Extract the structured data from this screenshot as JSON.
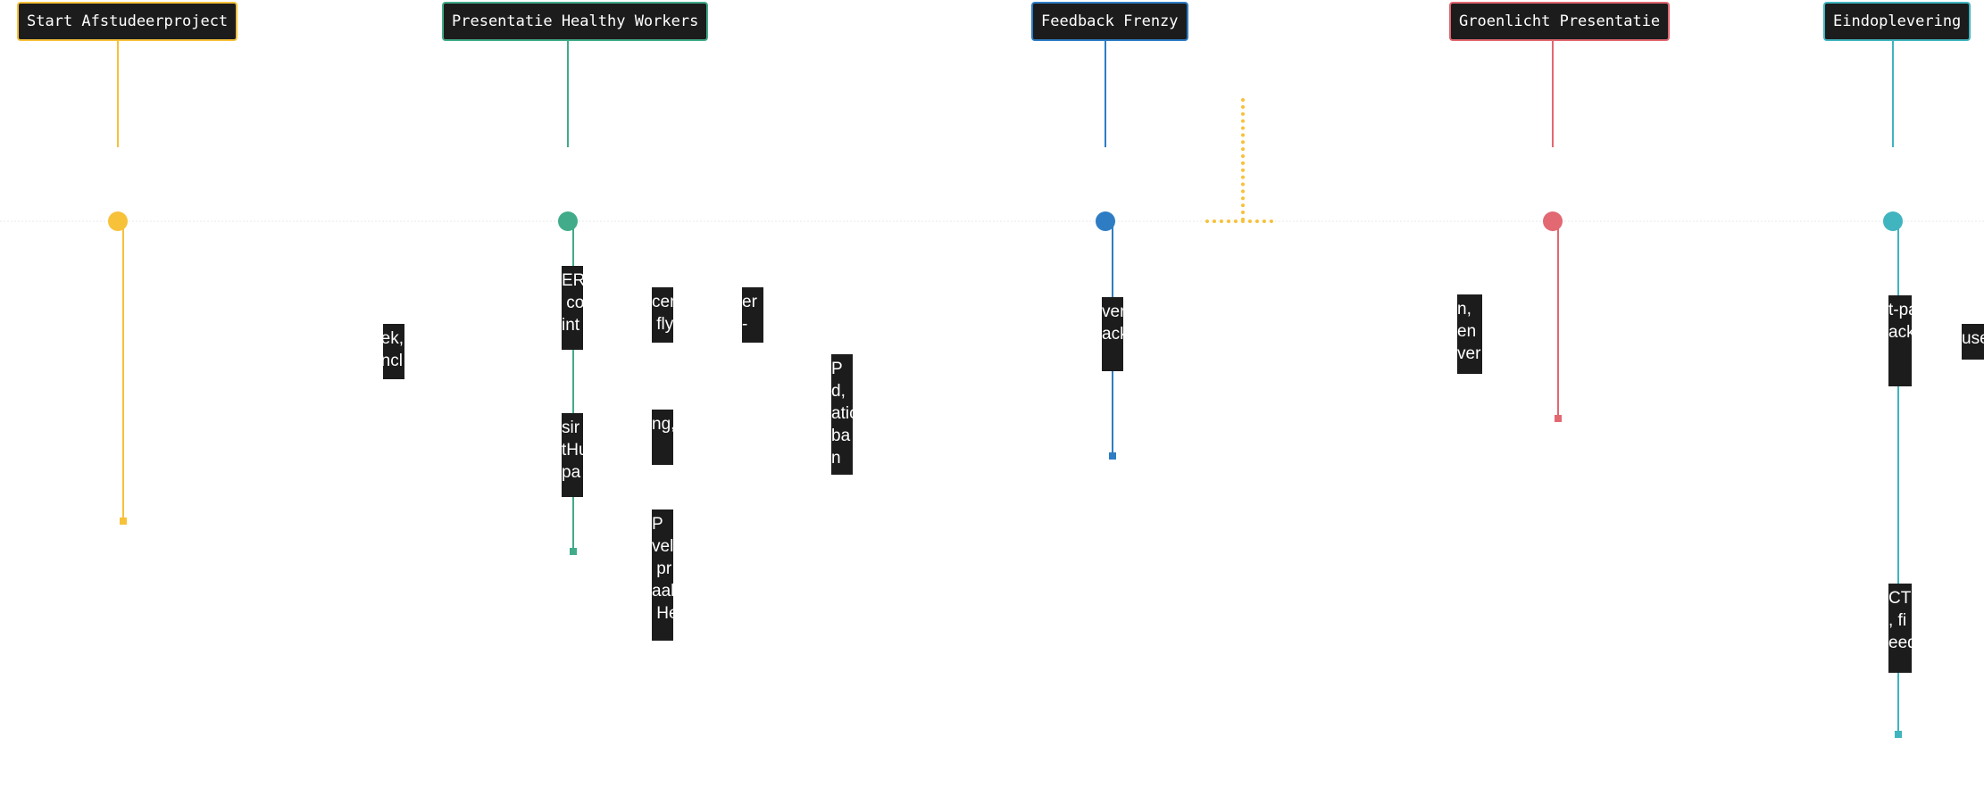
{
  "colors": {
    "background": "#ffffff",
    "box_fill": "#1c1c1c",
    "yellow": "#f7c13a",
    "green": "#41ab8a",
    "blue": "#2e7dc4",
    "red": "#e26872",
    "teal": "#40b4bf"
  },
  "milestones": [
    {
      "label": "Start Afstudeerproject",
      "color": "#f7c13a"
    },
    {
      "label": "Presentatie Healthy Workers",
      "color": "#41ab8a"
    },
    {
      "label": "Feedback Frenzy",
      "color": "#2e7dc4"
    },
    {
      "label": "Groenlicht Presentatie",
      "color": "#e26872"
    },
    {
      "label": "Eindoplevering",
      "color": "#40b4bf"
    }
  ],
  "tasks": {
    "t1": "ek,\nncl",
    "t2": "ER\n co\nint",
    "t3": "sir\ntHu\npa",
    "t4": "cer\n fly",
    "t5": "ng,",
    "t6": "P\nvel\n pr\naal\n He",
    "t7": "er\n-",
    "t8": "P\nd, \natic\nba\nn",
    "t9": "ver\nack",
    "t10": "n,\nen \nver",
    "t11": "t-pa\nack",
    "t12": "use",
    "t13": "CT\n, fi\need"
  }
}
